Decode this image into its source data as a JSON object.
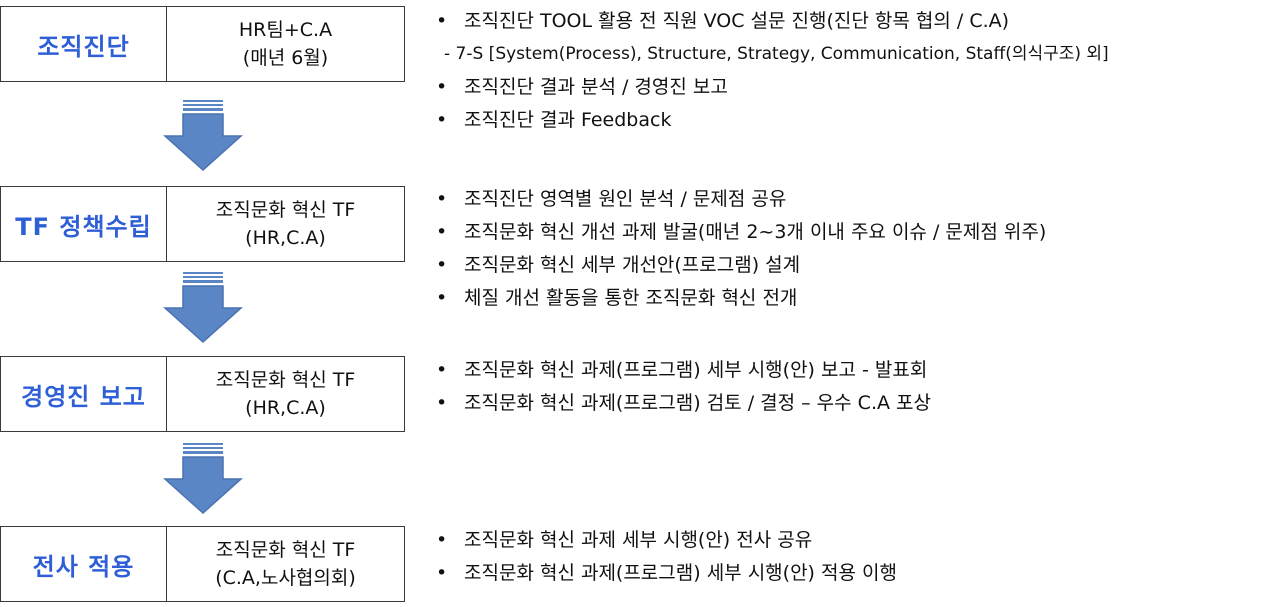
{
  "steps": [
    {
      "title": "조직진단",
      "owner": [
        "HR팀+C.A",
        "(매년 6월)"
      ],
      "items": [
        {
          "type": "bullet",
          "text": "조직진단 TOOL 활용 전 직원 VOC 설문 진행(진단 항목 협의 / C.A)"
        },
        {
          "type": "sub",
          "text": "- 7-S [System(Process), Structure, Strategy, Communication, Staff(의식구조) 외]"
        },
        {
          "type": "bullet",
          "text": "조직진단 결과 분석 / 경영진 보고"
        },
        {
          "type": "bullet",
          "text": "조직진단 결과 Feedback"
        }
      ]
    },
    {
      "title": "TF 정책수립",
      "owner": [
        "조직문화 혁신 TF",
        "(HR,C.A)"
      ],
      "items": [
        {
          "type": "bullet",
          "text": "조직진단 영역별 원인 분석 / 문제점 공유"
        },
        {
          "type": "bullet",
          "text": "조직문화 혁신 개선 과제 발굴(매년 2~3개 이내 주요 이슈 / 문제점 위주)"
        },
        {
          "type": "bullet",
          "text": "조직문화 혁신 세부 개선안(프로그램) 설계"
        },
        {
          "type": "bullet",
          "text": "체질 개선 활동을 통한 조직문화 혁신 전개"
        }
      ]
    },
    {
      "title": "경영진 보고",
      "owner": [
        "조직문화 혁신 TF",
        "(HR,C.A)"
      ],
      "items": [
        {
          "type": "bullet",
          "text": "조직문화 혁신 과제(프로그램) 세부 시행(안) 보고 - 발표회"
        },
        {
          "type": "bullet",
          "text": "조직문화 혁신 과제(프로그램)  검토 / 결정 – 우수 C.A 포상"
        }
      ]
    },
    {
      "title": "전사 적용",
      "owner": [
        "조직문화 혁신 TF",
        "(C.A,노사협의회)"
      ],
      "items": [
        {
          "type": "bullet",
          "text": "조직문화 혁신 과제 세부 시행(안) 전사 공유"
        },
        {
          "type": "bullet",
          "text": "조직문화 혁신 과제(프로그램) 세부 시행(안) 적용 이행"
        }
      ]
    }
  ],
  "colors": {
    "title_text": "#2f5fd6",
    "arrow_fill": "#5b86c6",
    "arrow_stroke": "#4a72b0",
    "border": "#3a3a3a"
  }
}
